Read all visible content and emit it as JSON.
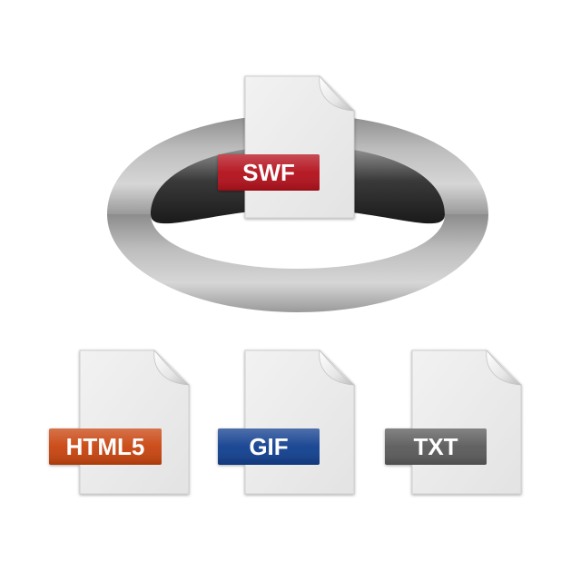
{
  "featured_file": {
    "label": "SWF",
    "color": "#b3101b"
  },
  "output_files": [
    {
      "label": "HTML5",
      "color": "#c8440e"
    },
    {
      "label": "GIF",
      "color": "#123f8f"
    },
    {
      "label": "TXT",
      "color": "#5a5a5a"
    }
  ]
}
